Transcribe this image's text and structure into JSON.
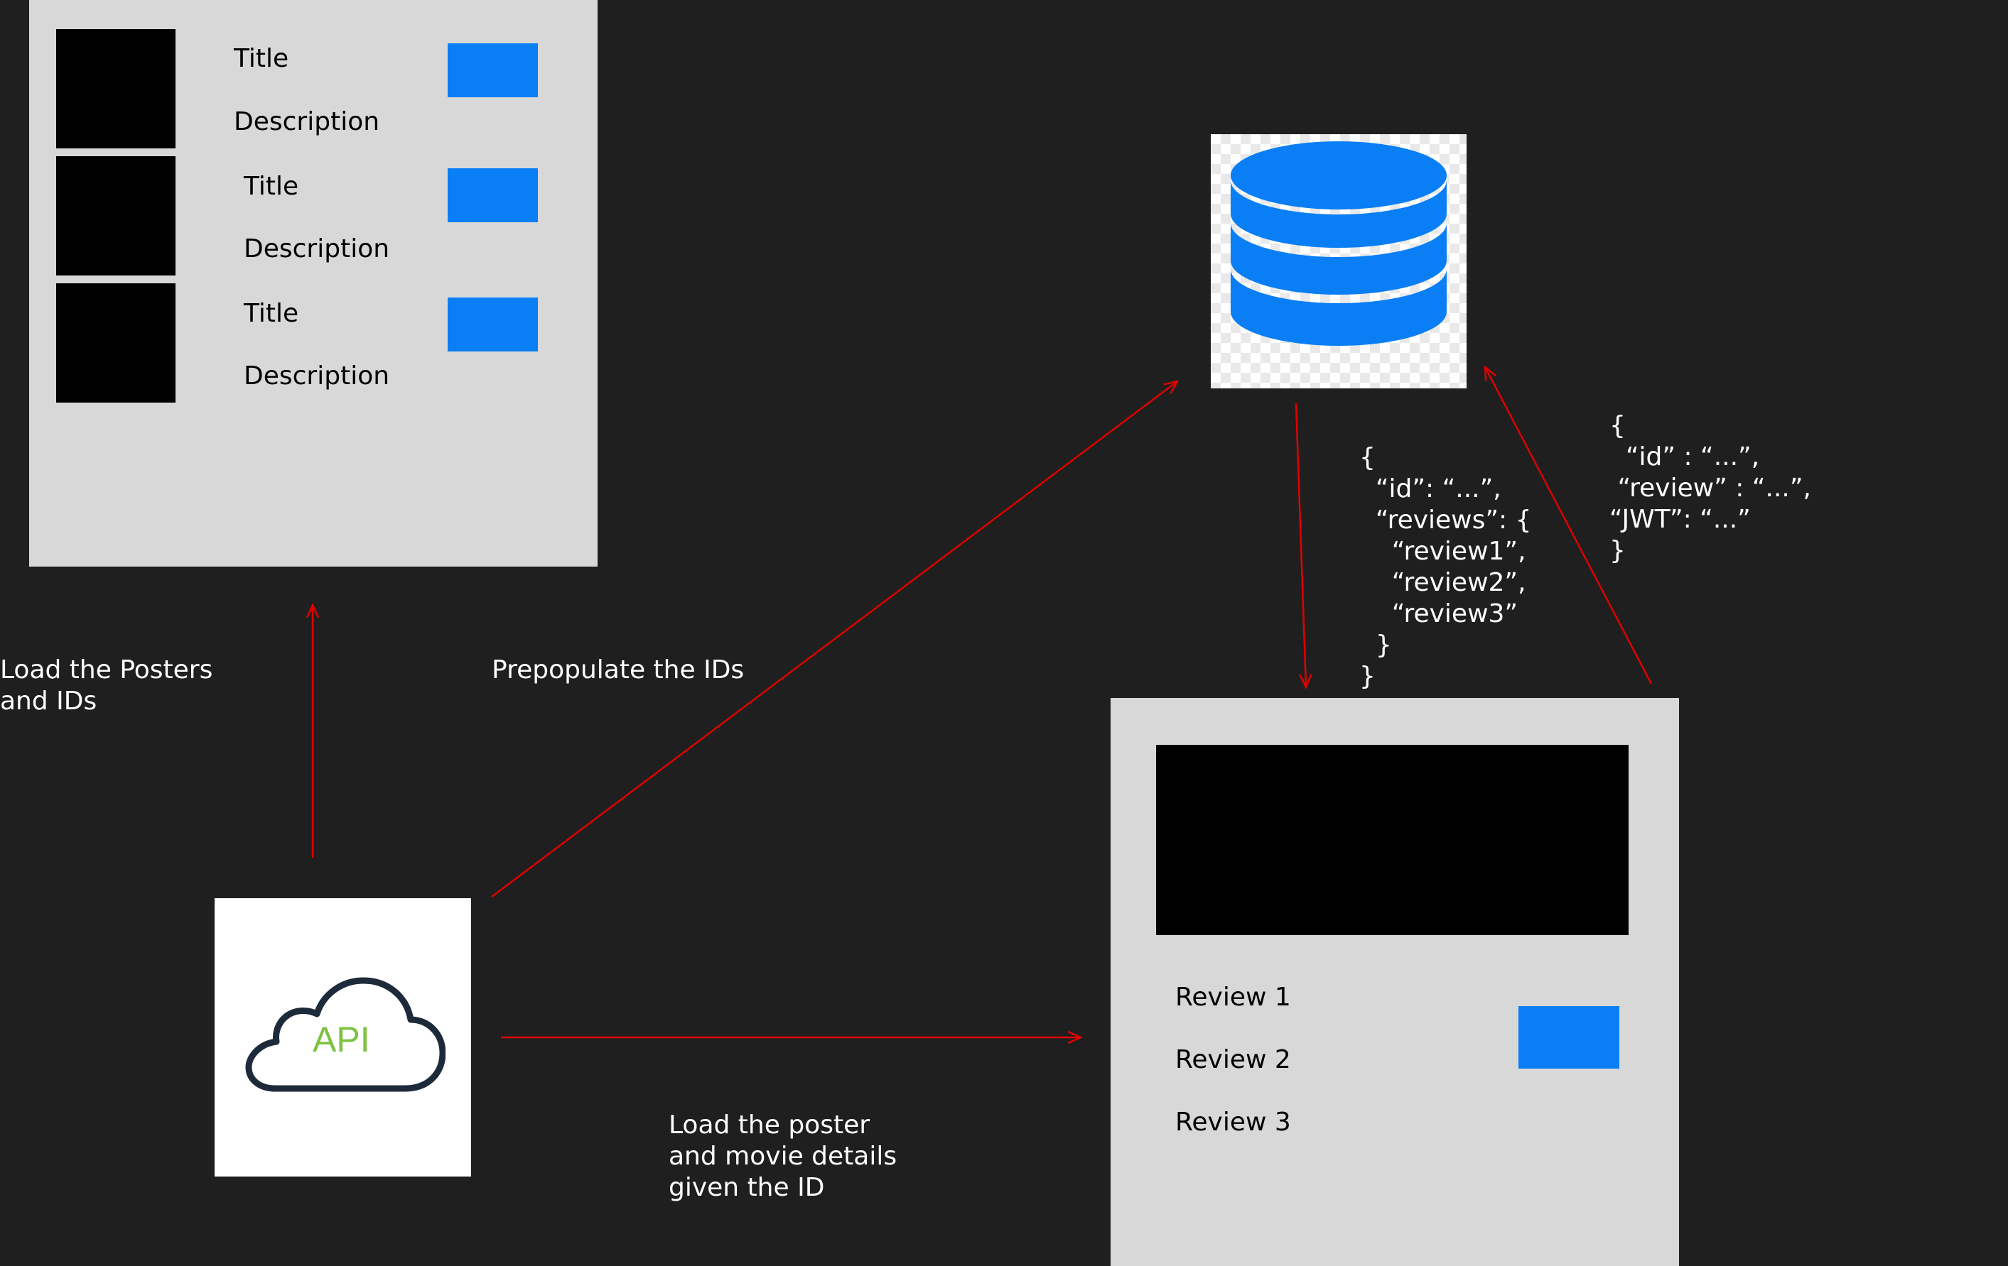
{
  "colors": {
    "background": "#1f1f1f",
    "panel": "#d8d8d8",
    "accent_blue": "#0a7ff5",
    "arrow": "#e00000",
    "api_text": "#7dc242",
    "cloud_stroke": "#1c2a3a"
  },
  "list_screen": {
    "items": [
      {
        "title": "Title",
        "description": "Description"
      },
      {
        "title": "Title",
        "description": "Description"
      },
      {
        "title": "Title",
        "description": "Description"
      }
    ]
  },
  "detail_screen": {
    "reviews": [
      "Review 1",
      "Review 2",
      "Review 3"
    ]
  },
  "api": {
    "label": "API",
    "icon": "cloud-icon"
  },
  "database": {
    "icon": "database-icon"
  },
  "labels": {
    "load_posters": "Load the Posters\nand IDs",
    "prepopulate": "Prepopulate the IDs",
    "load_details": "Load the poster\nand movie details\ngiven the ID"
  },
  "payloads": {
    "db_to_detail": "{\n  “id”: “...”,\n  “reviews”: {\n    “review1”,\n    “review2”,\n    “review3”\n  }\n}",
    "detail_to_db": "{\n  “id” : “...”,\n “review” : “...”,\n“JWT”: “...”\n}"
  }
}
